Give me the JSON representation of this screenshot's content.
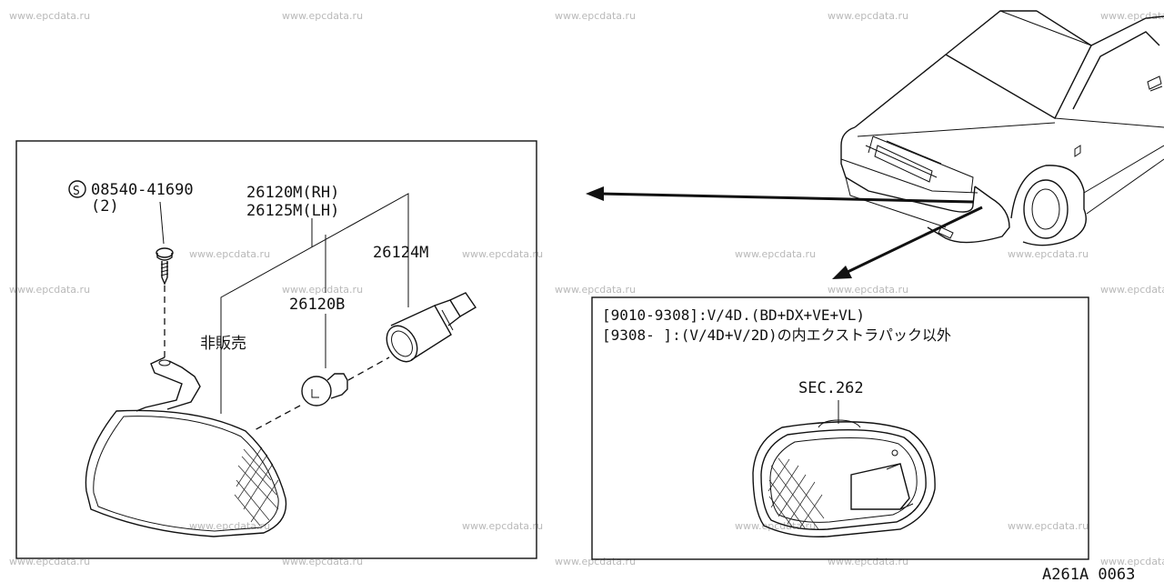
{
  "watermark": "www.epcdata.ru",
  "parts": {
    "screw_number": "08540-41690",
    "screw_qty": "(2)",
    "lamp_rh": "26120M(RH)",
    "lamp_lh": "26125M(LH)",
    "socket": "26124M",
    "bulb": "26120B",
    "not_for_sale": "非販売"
  },
  "notes": {
    "line1": "[9010-9308]:V/4D.(BD+DX+VE+VL)",
    "line2": "[9308-      ]:(V/4D+V/2D)の内エクストラパック以外",
    "section_ref": "SEC.262"
  },
  "figure_code": "A261A 0063"
}
